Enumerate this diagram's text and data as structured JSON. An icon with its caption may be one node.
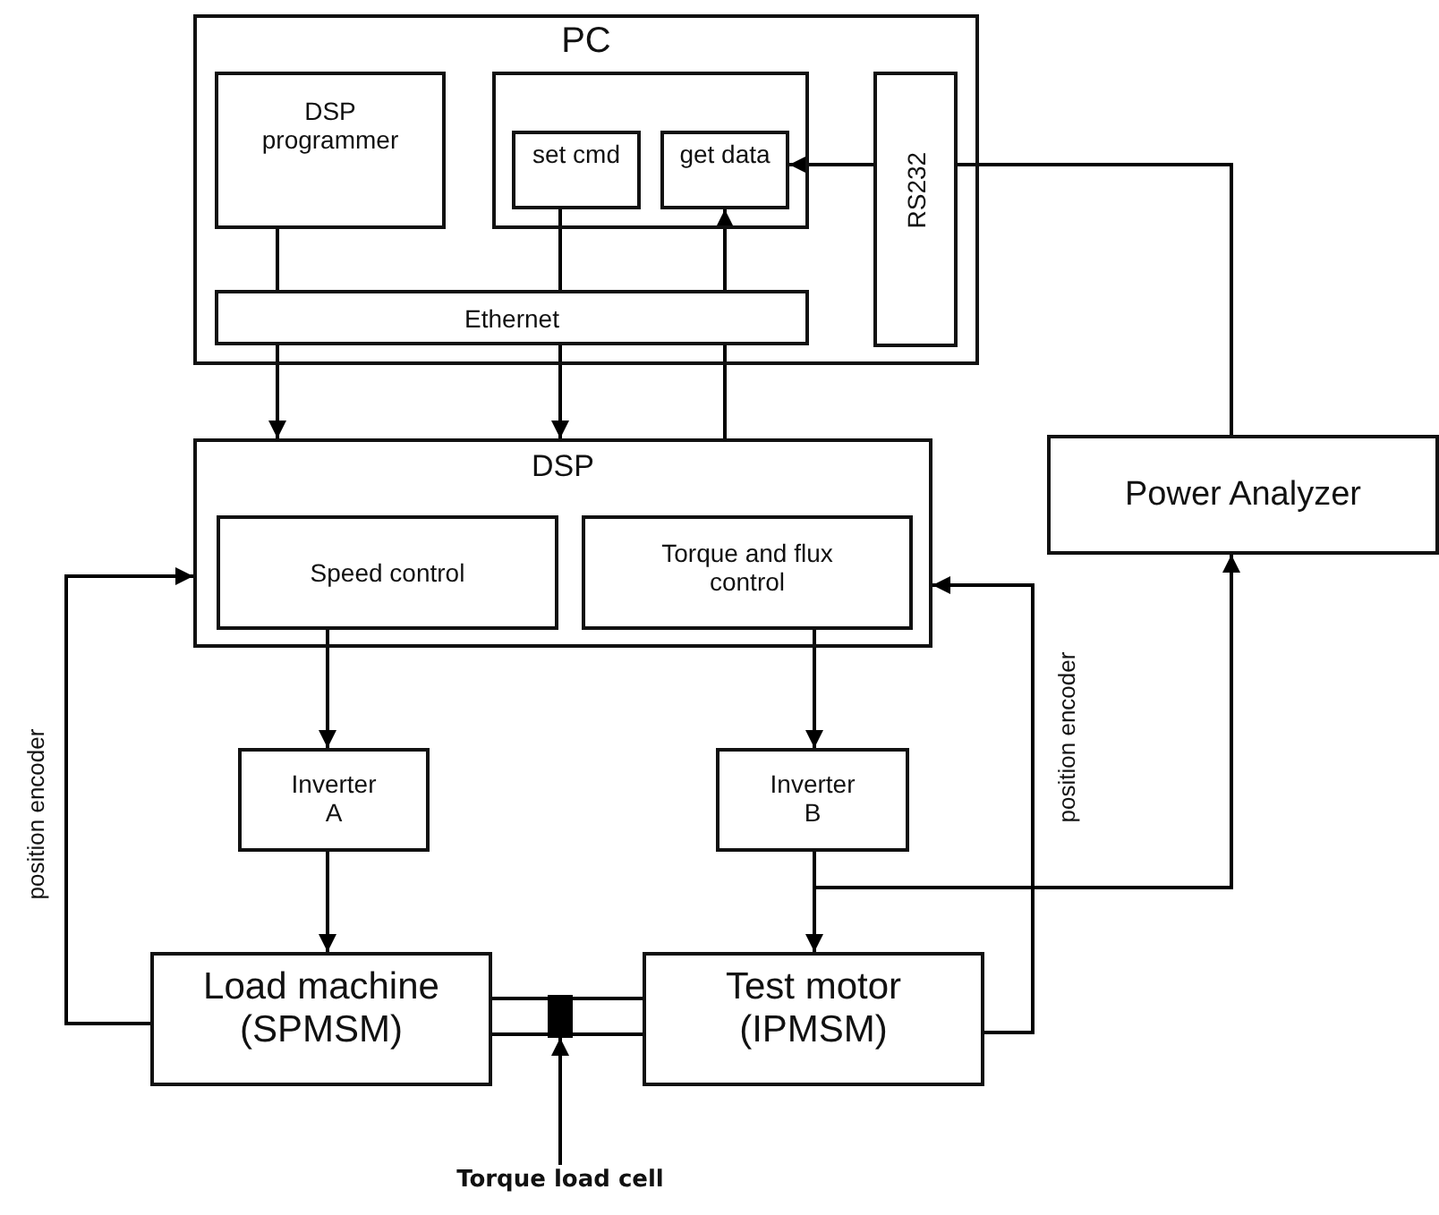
{
  "diagram": {
    "nodes": [
      {
        "text": [
          "PC"
        ]
      },
      {
        "text": [
          "DSP programmer"
        ],
        "in": 0
      },
      {
        "text": [],
        "shape": "box",
        "in": 0
      },
      {
        "text": [
          "set cmd"
        ],
        "in": 2
      },
      {
        "text": [
          "get data"
        ],
        "in": 2
      },
      {
        "text": [
          "RS232"
        ],
        "in": 0
      },
      {
        "text": [
          "Ethernet"
        ],
        "in": 0
      },
      {
        "text": [
          "DSP"
        ]
      },
      {
        "text": [
          "Speed control"
        ],
        "in": 7
      },
      {
        "text": [
          "Torque and flux control"
        ],
        "in": 7
      },
      {
        "text": [
          "Power Analyzer"
        ]
      },
      {
        "text": [
          "Inverter A"
        ]
      },
      {
        "text": [
          "Inverter B"
        ]
      },
      {
        "text": [
          "Load machine (SPMSM)"
        ]
      },
      {
        "text": [
          "Test motor (IPMSM)"
        ]
      },
      {
        "text": [],
        "shape": "bar"
      },
      {
        "text": [
          "Torque load cell"
        ]
      }
    ],
    "edges": [
      {
        "from": 1,
        "to": 6,
        "arrow": "none"
      },
      {
        "from": 3,
        "to": 6,
        "arrow": "none"
      },
      {
        "from": 6,
        "to": 4,
        "arrow": "to"
      },
      {
        "from": 5,
        "to": 4,
        "arrow": "to"
      },
      {
        "from": 10,
        "to": 5,
        "arrow": "none"
      },
      {
        "from": 6,
        "to": 7,
        "arrow": "to"
      },
      {
        "from": 6,
        "to": 7,
        "arrow": "to"
      },
      {
        "from": 7,
        "to": 6,
        "arrow": "none"
      },
      {
        "from": 8,
        "to": 11,
        "arrow": "to"
      },
      {
        "from": 9,
        "to": 12,
        "arrow": "to"
      },
      {
        "from": 11,
        "to": 13,
        "arrow": "to"
      },
      {
        "from": 12,
        "to": 14,
        "arrow": "to"
      },
      {
        "from": 13,
        "to": 7,
        "arrow": "to",
        "label": "position encoder"
      },
      {
        "from": 14,
        "to": 7,
        "arrow": "to",
        "label": "position encoder"
      },
      {
        "from": 12,
        "to": 10,
        "arrow": "to"
      },
      {
        "from": 13,
        "to": 15,
        "arrow": "none"
      },
      {
        "from": 15,
        "to": 14,
        "arrow": "none"
      },
      {
        "from": 16,
        "to": 15,
        "arrow": "to"
      }
    ]
  }
}
